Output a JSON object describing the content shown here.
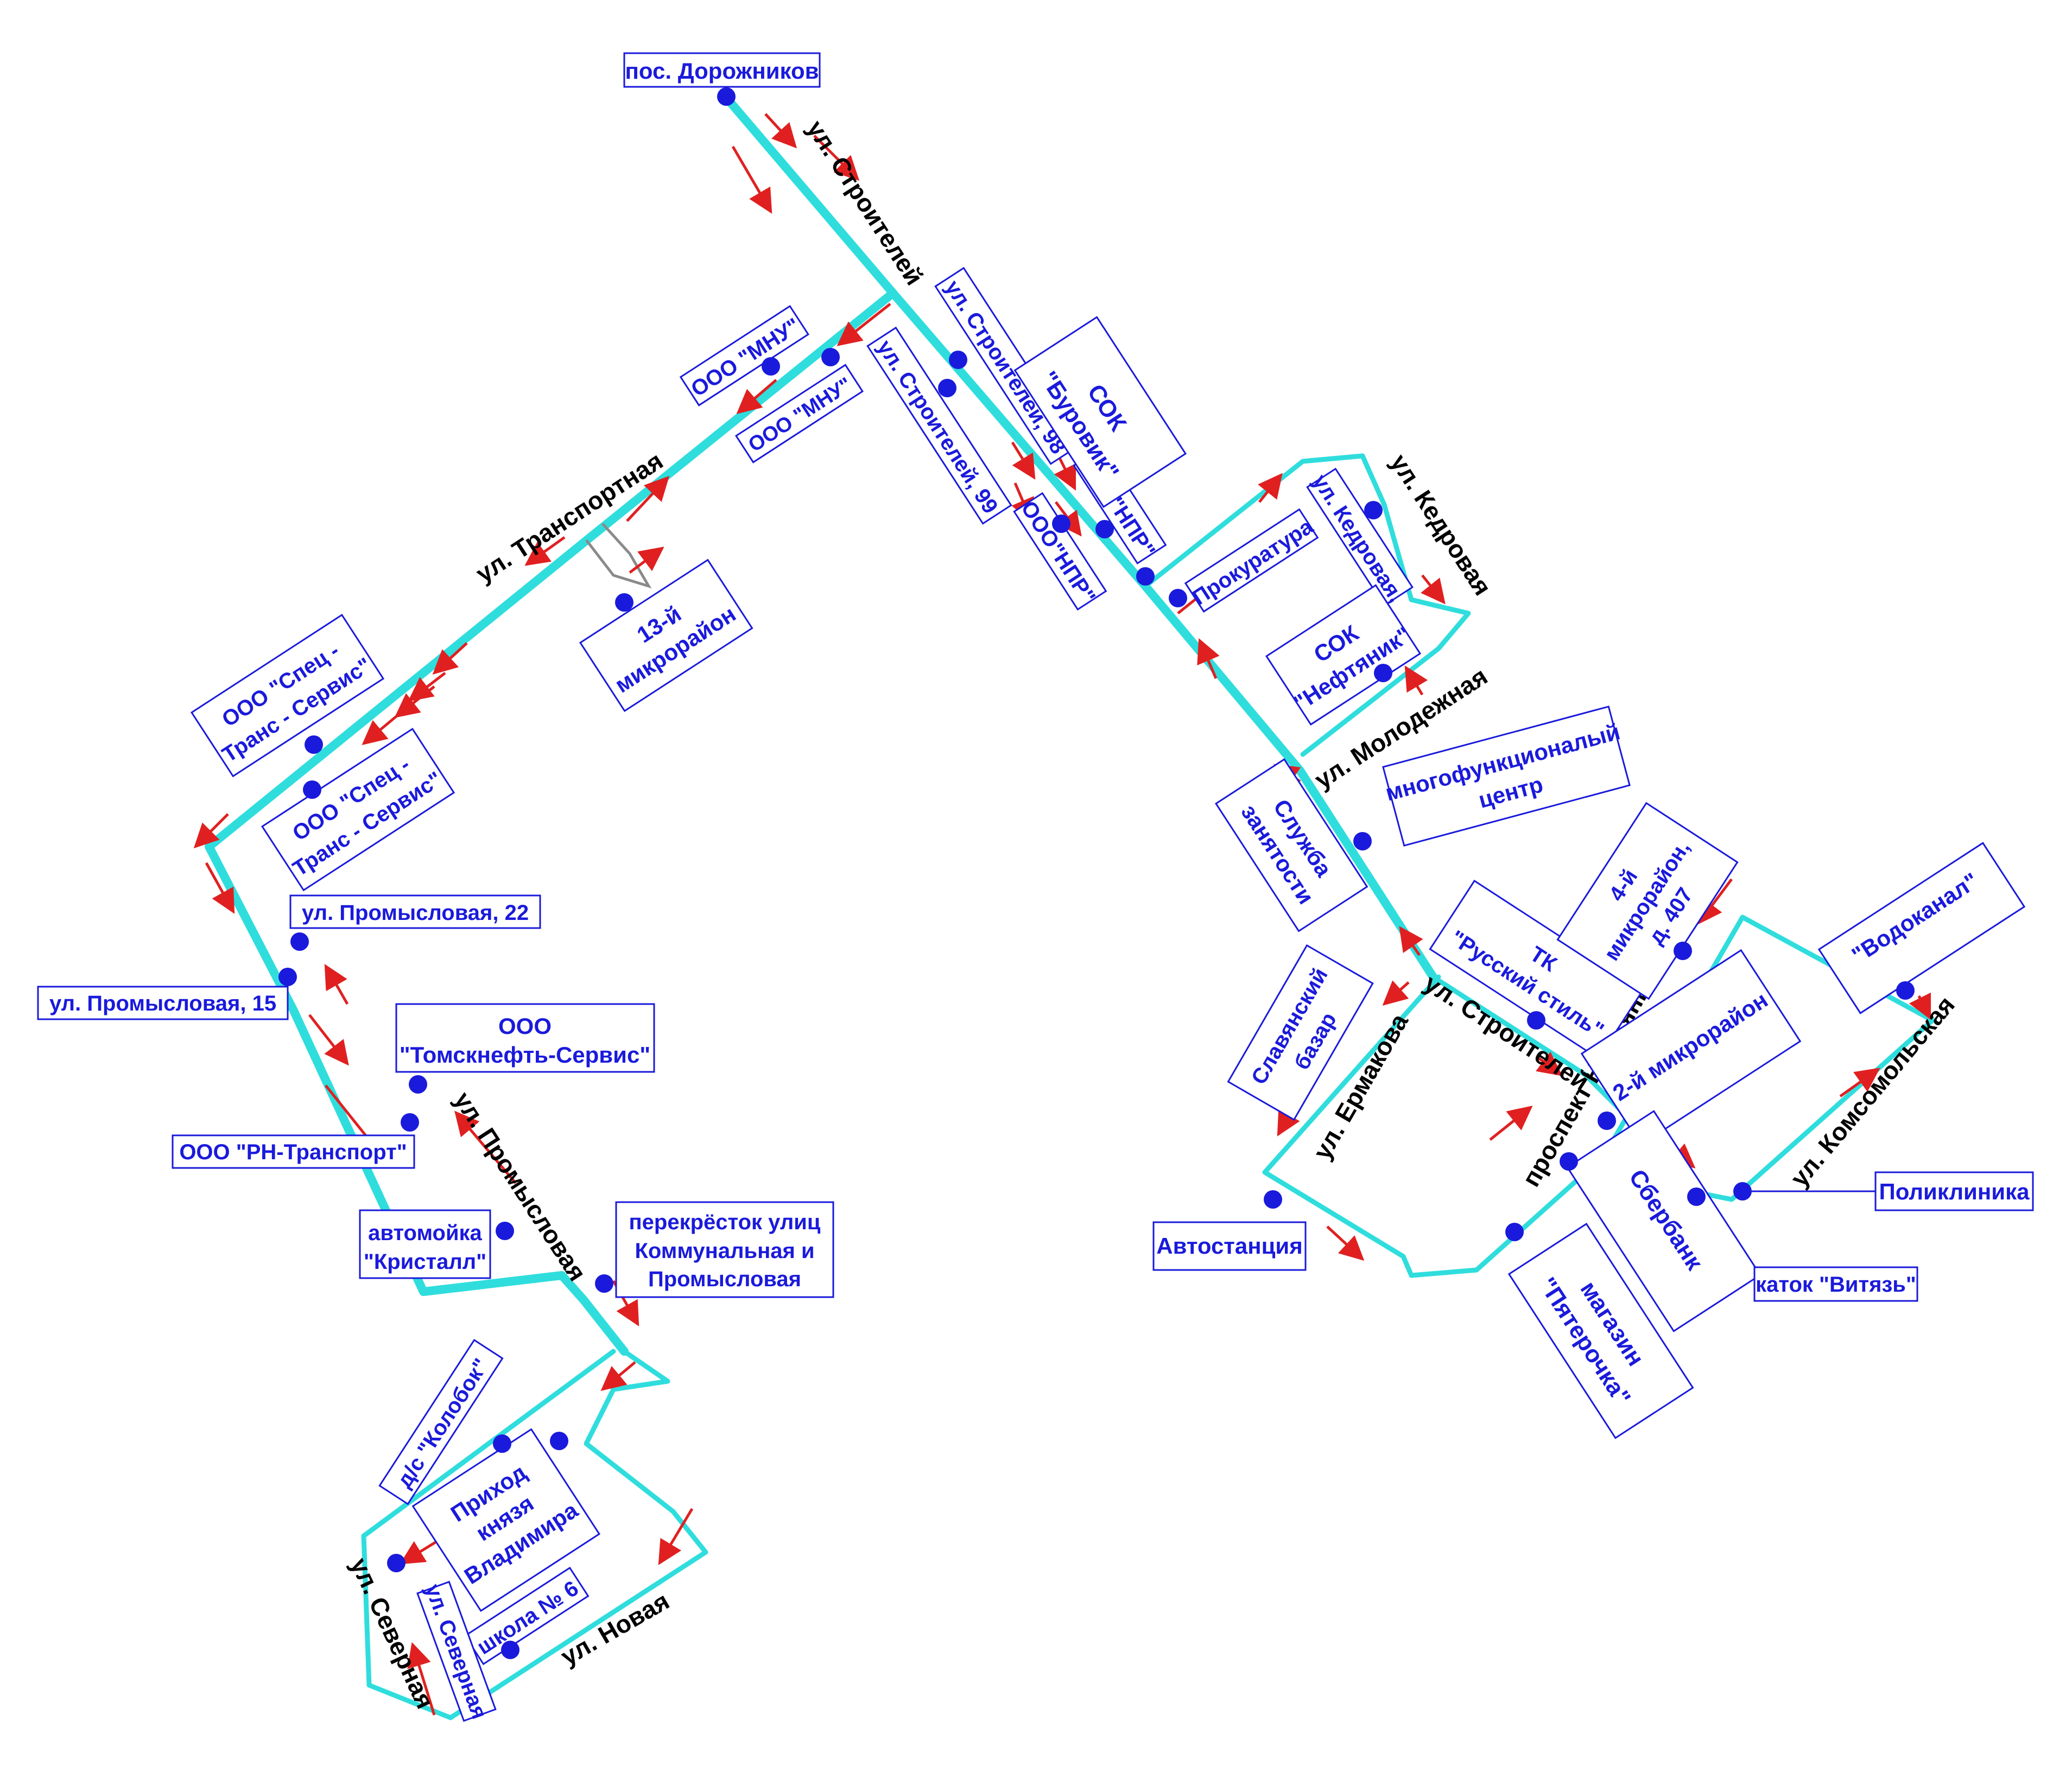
{
  "colors": {
    "route": "#30dddd",
    "route_inner": "#20b8b8",
    "arrows": "#e02020",
    "stops": "#1a1adc",
    "streets": "#000000"
  },
  "stops": {
    "pos_dorozhnikov": "пос. Дорожников",
    "mnu": "ООО \"МНУ\"",
    "mnu2": "ООО \"МНУ\"",
    "stroiteley_98": "ул. Строителей, 98",
    "stroiteley_99": "ул. Строителей, 99",
    "npr_1": "ООО\"НПР\"",
    "npr_2": "ООО\"НПР\"",
    "sok_burovik": [
      "СОК",
      "\"Буровик\""
    ],
    "prokuratura": "Прокуратура",
    "kedrovaya_stop": "ул. Кедровая,",
    "sok_neftyanik": [
      "СОК",
      "\"Нефтяник\""
    ],
    "mkr_13": [
      "13-й",
      "микрорайон"
    ],
    "spets_1": [
      "ООО \"Спец -",
      "Транс - Сервис\""
    ],
    "spets_2": [
      "ООО \"Спец -",
      "Транс - Сервис\""
    ],
    "promyslovaya_22": "ул. Промысловая, 22",
    "promyslovaya_15": "ул. Промысловая, 15",
    "tomskneft": [
      "ООО",
      "\"Томскнефть-Сервис\""
    ],
    "rn_transport": "ООО \"РН-Транспорт\"",
    "kristall": [
      "автомойка",
      "\"Кристалл\""
    ],
    "perekrestok": [
      "перекрёсток улиц",
      "Коммунальная и",
      "Промысловая"
    ],
    "kolobok": "д/с \"Колобок\"",
    "prihod": [
      "Приход",
      "князя",
      "Владимира"
    ],
    "shkola_6": "школа № 6",
    "severnaya_stop": "ул. Северная",
    "mfc": [
      "многофункционалый",
      "центр"
    ],
    "sluzhba": [
      "Служба",
      "занятости"
    ],
    "slavyansky": [
      "Славянский",
      "базар"
    ],
    "avtostantsiya": "Автостанция",
    "tk_russky": [
      "ТК",
      "\"Русский стиль\""
    ],
    "mkr_4": [
      "4-й",
      "микрорайон,",
      "д. 407"
    ],
    "mkr_2": "2-й микрорайон",
    "vodokanal": "\"Водоканал\"",
    "poliklinika": "Поликлиника",
    "sberbank": "Сбербанк",
    "pyaterochka": [
      "магазин",
      "\"Пятерочка\""
    ],
    "katok": "каток \"Витязь\""
  },
  "streets": {
    "stroiteley_north": "ул. Строителей",
    "transportnaya": "ул. Транспортная",
    "kedrovaya": "ул. Кедровая",
    "molodezhnaya": "ул. Молодежная",
    "promyslovaya": "ул. Промысловая",
    "severnaya": "ул. Северная",
    "novaya": "ул. Новая",
    "ermakova": "ул. Ермакова",
    "stroiteley_south": "ул. Строителей",
    "prospekt_neftyanikov": "проспект Нефтяников",
    "komsomolskaya": "ул. Комсомольская"
  }
}
